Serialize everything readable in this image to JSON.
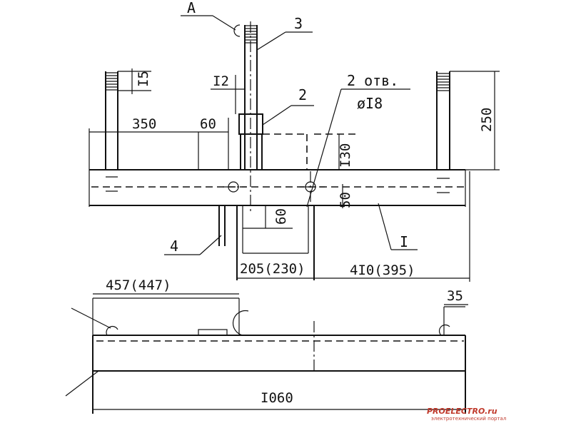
{
  "labels": {
    "view_a": "A",
    "part_1": "I",
    "part_2": "2",
    "part_3": "3",
    "part_4": "4",
    "holes_count": "2 отв.",
    "holes_dia": "øI8"
  },
  "dims": {
    "d15": "I5",
    "d12": "I2",
    "d350": "350",
    "d60_top": "60",
    "d250": "250",
    "d130": "I30",
    "d50": "50",
    "d60_bottom": "60",
    "d205": "205(230)",
    "d410": "4I0(395)",
    "d457": "457(447)",
    "d35": "35",
    "d1060": "I060"
  },
  "watermark": {
    "brand_a": "PRO",
    "brand_b": "ELECTRO",
    "brand_c": ".ru",
    "tagline": "электротехнический портал"
  },
  "colors": {
    "ink": "#111111",
    "watermark": "#c0392b"
  }
}
